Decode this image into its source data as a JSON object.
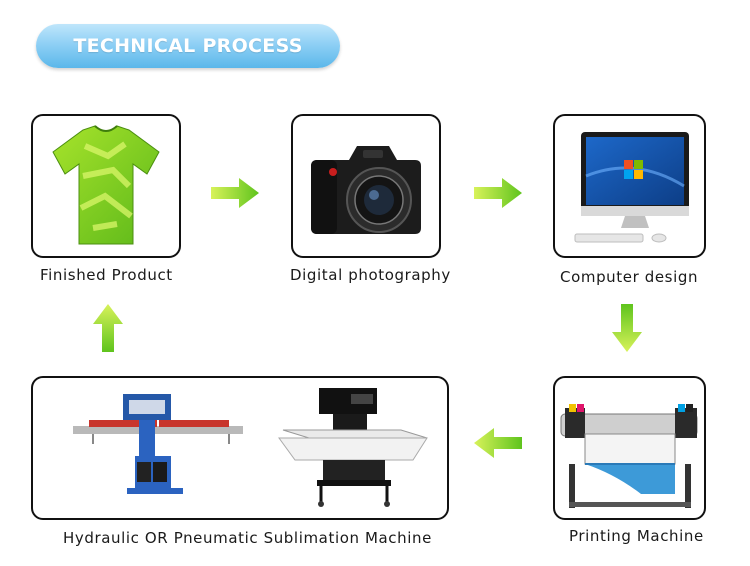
{
  "header": {
    "title": "TECHNICAL PROCESS"
  },
  "steps": [
    {
      "label": "Finished Product",
      "icon": "tshirt-icon"
    },
    {
      "label": "Digital photography",
      "icon": "camera-icon"
    },
    {
      "label": "Computer design",
      "icon": "computer-icon"
    },
    {
      "label": "Printing Machine",
      "icon": "printer-icon"
    },
    {
      "label": "Hydraulic OR Pneumatic Sublimation Machine",
      "icon": "heat-press-icon"
    }
  ],
  "colors": {
    "accent": "#5bb7ea",
    "arrow_light": "#d8f25a",
    "arrow_dark": "#5fc41d"
  }
}
